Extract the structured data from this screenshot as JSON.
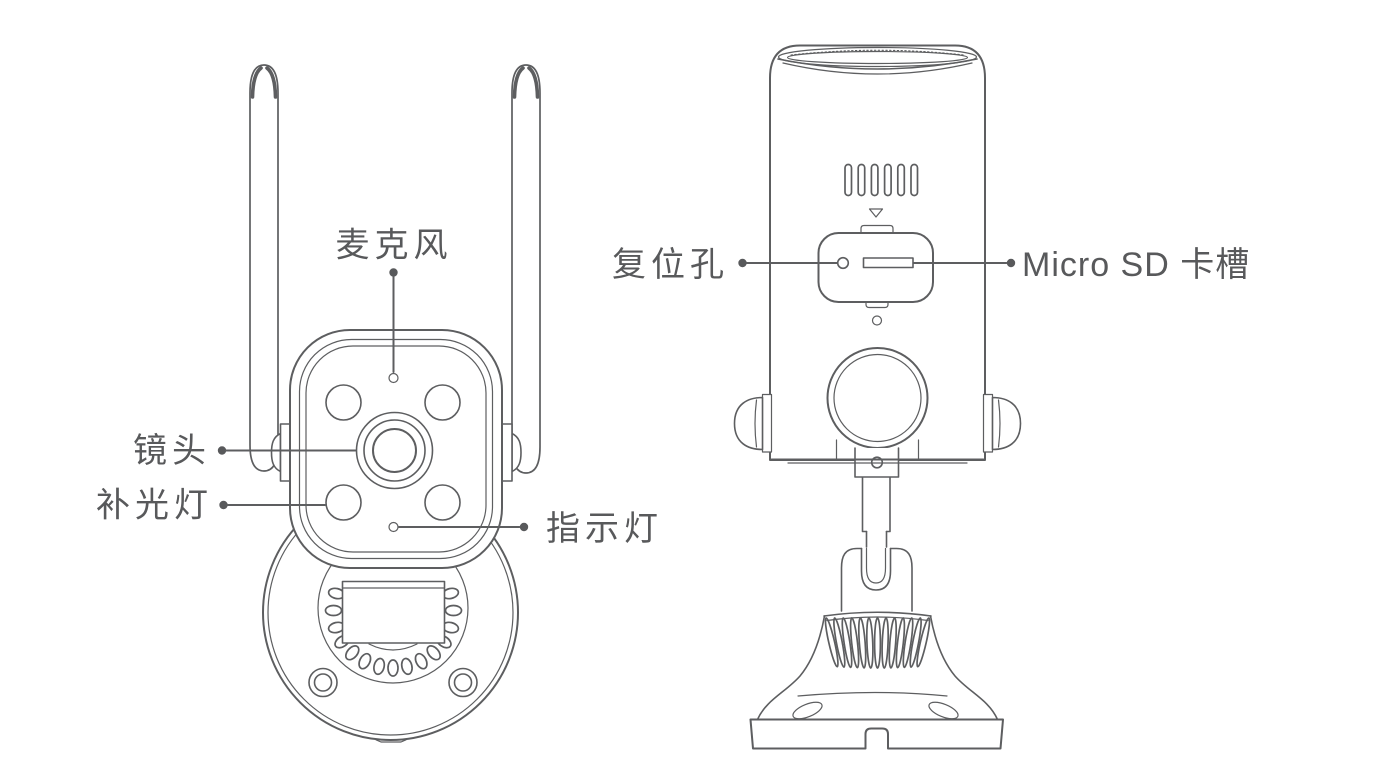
{
  "theme": {
    "background": "#ffffff",
    "line_color": "#5d5e60",
    "text_color": "#58595b",
    "dot_color": "#58595b"
  },
  "figure": {
    "kind": "product parts diagram",
    "product": "outdoor security camera (front view and side view line drawings)"
  },
  "callouts": {
    "microphone": {
      "label": "麦克风",
      "part": "microphone hole, top center of camera face"
    },
    "lens": {
      "label": "镜头",
      "part": "camera lens, center of face"
    },
    "fill_light": {
      "label": "补光灯",
      "part": "fill-light LED, lower-left of face"
    },
    "indicator_light": {
      "label": "指示灯",
      "part": "status indicator hole, bottom center of face"
    },
    "reset_hole": {
      "label": "复位孔",
      "part": "reset pinhole inside card compartment"
    },
    "sd_slot": {
      "label": "Micro SD 卡槽",
      "part": "Micro SD card slot inside card compartment"
    }
  }
}
